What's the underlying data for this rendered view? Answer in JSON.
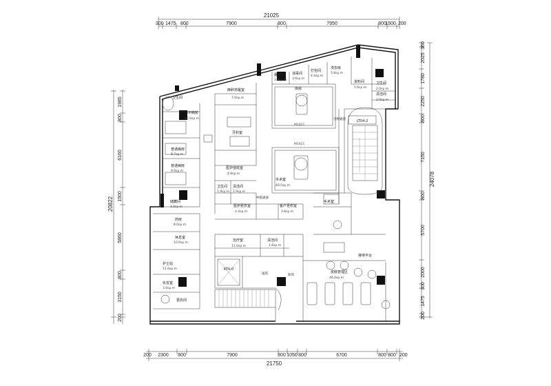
{
  "dimensions": {
    "top_total": "21025",
    "top_segments": [
      "300",
      "1475",
      "800",
      "7900",
      "800",
      "7950",
      "800",
      "1500",
      "200"
    ],
    "bottom_total": "21750",
    "bottom_segments": [
      "200",
      "2300",
      "800",
      "7900",
      "800",
      "1050",
      "800",
      "6700",
      "800",
      "800",
      "200"
    ],
    "left_total": "20822",
    "left_segments": [
      "1985",
      "800",
      "6160",
      "1500",
      "5860",
      "800",
      "3150",
      "200"
    ],
    "right_total": "24078",
    "right_segments": [
      "360",
      "2025",
      "1780",
      "2250",
      "800",
      "7150",
      "800",
      "5700",
      "2000",
      "300",
      "1475",
      "200"
    ]
  },
  "rooms": [
    {
      "name": "卫生间",
      "area": ""
    },
    {
      "name": "VIP病房",
      "area": "16.0sp.m"
    },
    {
      "name": "普通病房",
      "area": "8.7sp.m"
    },
    {
      "name": "普通病房",
      "area": "9.0sp.m"
    },
    {
      "name": "储藏间",
      "area": "3.0sp.m"
    },
    {
      "name": "药房",
      "area": "8.0sp.m"
    },
    {
      "name": "休息室",
      "area": "10.0sp.m"
    },
    {
      "name": "护士站",
      "area": "11.0sp.m"
    },
    {
      "name": "化妆室",
      "area": "3.0sp.m"
    },
    {
      "name": "更衣间",
      "area": ""
    },
    {
      "name": "麻醉苏醒室",
      "area": "7.0sp.m"
    },
    {
      "name": "牙科室",
      "area": ""
    },
    {
      "name": "医护值班室",
      "area": "4.8sp.m"
    },
    {
      "name": "卫生间",
      "area": "1.9sp.m"
    },
    {
      "name": "清洁间",
      "area": "1.9sp.m"
    },
    {
      "name": "医护更衣室",
      "area": "4.4sp.m"
    },
    {
      "name": "客户更衣室",
      "area": "3.8sp.m"
    },
    {
      "name": "器械间",
      "area": "3.8sp.m"
    },
    {
      "name": "消毒间",
      "area": "3.6sp.m"
    },
    {
      "name": "打包间",
      "area": "4.4sp.m"
    },
    {
      "name": "洗衣房",
      "area": "5.8sp.m"
    },
    {
      "name": "库房",
      "area": ""
    },
    {
      "name": "手术室",
      "area": "40.5sp.m"
    },
    {
      "name": "手术室",
      "area": ""
    },
    {
      "name": "资料间",
      "area": "5.6sp.m"
    },
    {
      "name": "卫生间",
      "area": "2.0sp.m"
    },
    {
      "name": "清洁间",
      "area": "2.0sp.m"
    },
    {
      "name": "治疗室",
      "area": "11.0sp.m"
    },
    {
      "name": "清洁间",
      "area": "1.6sp.m"
    },
    {
      "name": "皮肤管理区",
      "area": "46.0sp.m"
    },
    {
      "name": "接待平台",
      "area": ""
    }
  ],
  "tags": {
    "door_m1421_a": "M1421",
    "door_m1421_b": "M1421",
    "corridor_a": "污物通道",
    "corridor_b": "中庭通道",
    "stair": "LT04-2",
    "elevator": "KT4-0",
    "ramp": "送风",
    "plant_room": "新风"
  }
}
